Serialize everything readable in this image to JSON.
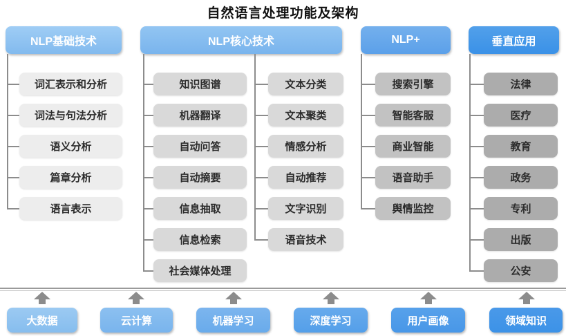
{
  "title": "自然语言处理功能及架构",
  "columns": [
    {
      "header": "NLP基础技术",
      "items": [
        "词汇表示和分析",
        "词法与句法分析",
        "语义分析",
        "篇章分析",
        "语言表示"
      ]
    },
    {
      "header": "NLP核心技术",
      "items_left": [
        "知识图谱",
        "机器翻译",
        "自动问答",
        "自动摘要",
        "信息抽取",
        "信息检索",
        "社会媒体处理"
      ],
      "items_right": [
        "文本分类",
        "文本聚类",
        "情感分析",
        "自动推荐",
        "文字识别",
        "语音技术"
      ]
    },
    {
      "header": "NLP+",
      "items": [
        "搜索引擎",
        "智能客服",
        "商业智能",
        "语音助手",
        "舆情监控"
      ]
    },
    {
      "header": "垂直应用",
      "items": [
        "法律",
        "医疗",
        "教育",
        "政务",
        "专利",
        "出版",
        "公安"
      ]
    }
  ],
  "foundation": [
    "大数据",
    "云计算",
    "机器学习",
    "深度学习",
    "用户画像",
    "领域知识"
  ],
  "icons": {
    "up_arrow": "up-arrow-icon"
  },
  "colors": {
    "header_nlp_basic": "#8FC0F0",
    "header_nlp_core": "#82BAEF",
    "header_nlp_plus": "#66A8EB",
    "header_vertical": "#4297E8",
    "item_col1": "#EDEDED",
    "item_col2": "#D9D9D9",
    "item_col3": "#C2C2C2",
    "item_col4": "#ACACAC",
    "foundation_light": "#8FC3F0",
    "foundation_dark": "#3F93E8",
    "connector": "#8C8C8C",
    "text_dark": "#2B2B2B",
    "text_light": "#FFFFFF"
  }
}
